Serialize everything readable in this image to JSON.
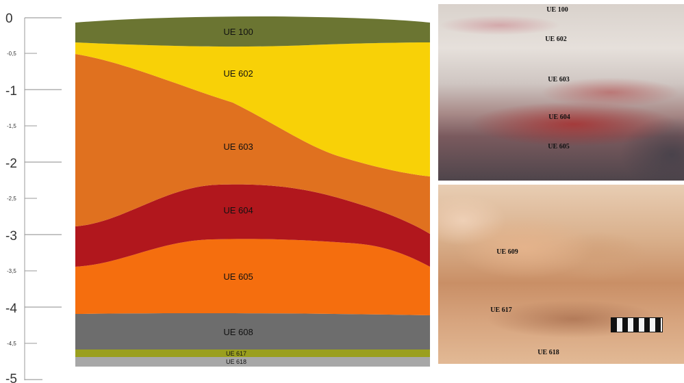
{
  "depth_scale": {
    "major_ticks": [
      "0",
      "-1",
      "-2",
      "-3",
      "-4",
      "-5"
    ],
    "minor_ticks": [
      "-0,5",
      "-1,5",
      "-2,5",
      "-3,5",
      "-4,5"
    ]
  },
  "section_layers": [
    {
      "label": "UE 100",
      "color": "#6b7532"
    },
    {
      "label": "UE 602",
      "color": "#f8d107"
    },
    {
      "label": "UE 603",
      "color": "#e0711f"
    },
    {
      "label": "UE 604",
      "color": "#b1171d"
    },
    {
      "label": "UE 605",
      "color": "#f56e0e"
    },
    {
      "label": "UE 608",
      "color": "#6d6d6d"
    },
    {
      "label": "UE 617",
      "color": "#9a9f1e"
    },
    {
      "label": "UE 618",
      "color": "#a7a7a7"
    }
  ],
  "photo_top": {
    "labels": [
      "UE 100",
      "UE 602",
      "UE 603",
      "UE 604",
      "UE 605"
    ]
  },
  "photo_bottom": {
    "labels": [
      "UE 609",
      "UE 617",
      "UE 618"
    ]
  }
}
